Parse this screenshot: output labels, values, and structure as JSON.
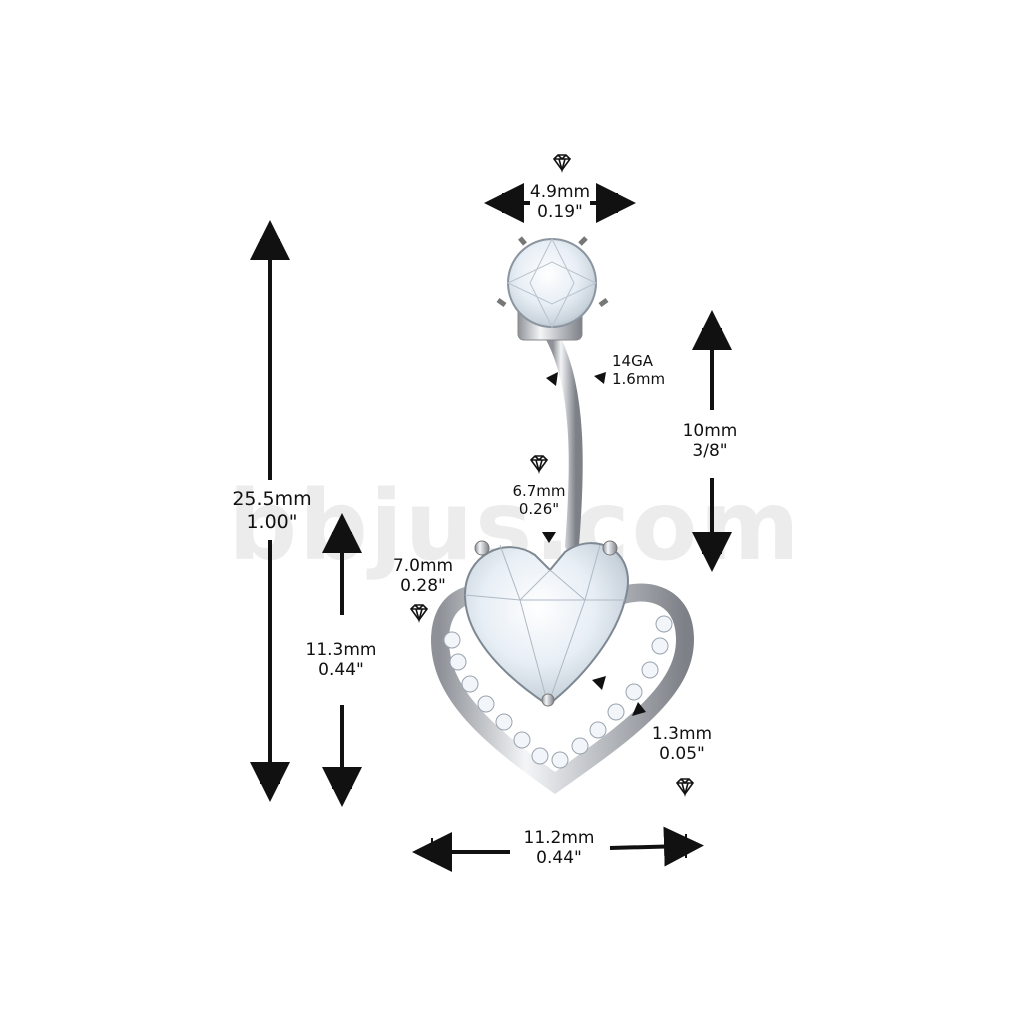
{
  "product": {
    "watermark": "bbjus.com",
    "colors": {
      "metal": "#c9ccd1",
      "gem": "#eef3f8",
      "ink": "#111111"
    },
    "dimensions": {
      "top_gem_width": {
        "mm": "4.9mm",
        "in": "0.19\""
      },
      "gauge": {
        "ga": "14GA",
        "mm": "1.6mm"
      },
      "bar_length": {
        "mm": "10mm",
        "in": "3/8\""
      },
      "total_length": {
        "mm": "25.5mm",
        "in": "1.00\""
      },
      "heart_gem": {
        "mm": "6.7mm",
        "in": "0.26\""
      },
      "side_gem": {
        "mm": "7.0mm",
        "in": "0.28\""
      },
      "dangle_height": {
        "mm": "11.3mm",
        "in": "0.44\""
      },
      "frame_width": {
        "mm": "1.3mm",
        "in": "0.05\""
      },
      "total_width": {
        "mm": "11.2mm",
        "in": "0.44\""
      }
    },
    "icons": [
      "diamond-icon",
      "diamond-icon",
      "diamond-icon",
      "diamond-icon"
    ]
  }
}
